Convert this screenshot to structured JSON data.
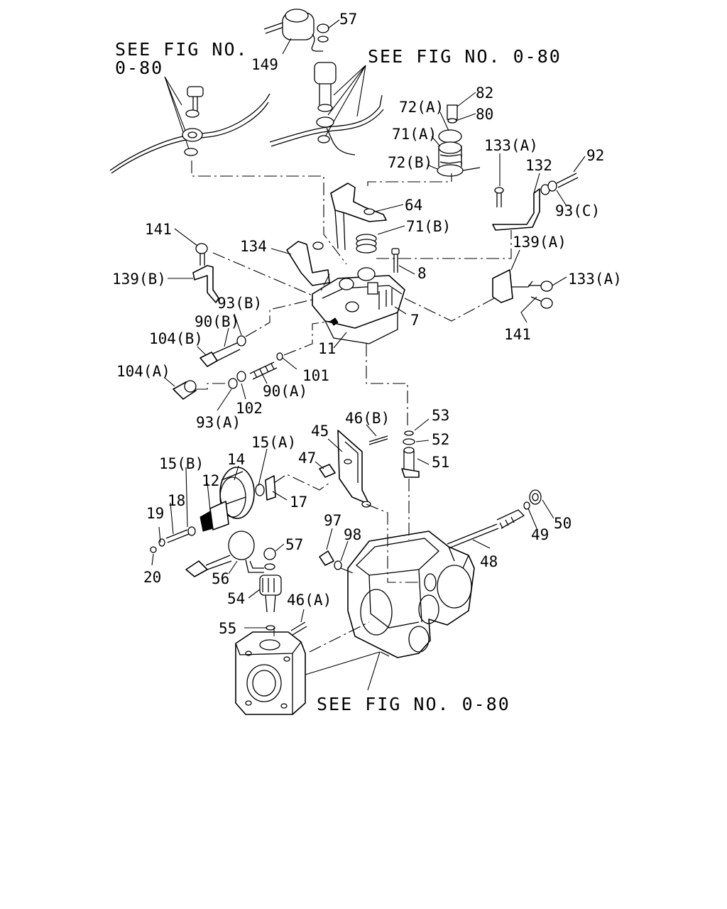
{
  "notes": {
    "top_left_line1": "SEE FIG NO.",
    "top_left_line2": "0-80",
    "top_center": "SEE FIG NO. 0-80",
    "bottom": "SEE FIG NO. 0-80"
  },
  "callouts": [
    "57",
    "149",
    "82",
    "72(A)",
    "80",
    "71(A)",
    "72(B)",
    "133(A)",
    "92",
    "132",
    "93(C)",
    "64",
    "71(B)",
    "141",
    "134",
    "139(A)",
    "8",
    "133(A)",
    "139(B)",
    "93(B)",
    "7",
    "141",
    "90(B)",
    "104(B)",
    "11",
    "104(A)",
    "101",
    "90(A)",
    "102",
    "93(A)",
    "53",
    "46(B)",
    "45",
    "52",
    "47",
    "51",
    "15(A)",
    "14",
    "15(B)",
    "12",
    "17",
    "18",
    "19",
    "50",
    "97",
    "98",
    "57",
    "49",
    "20",
    "56",
    "48",
    "54",
    "46(A)",
    "55"
  ]
}
